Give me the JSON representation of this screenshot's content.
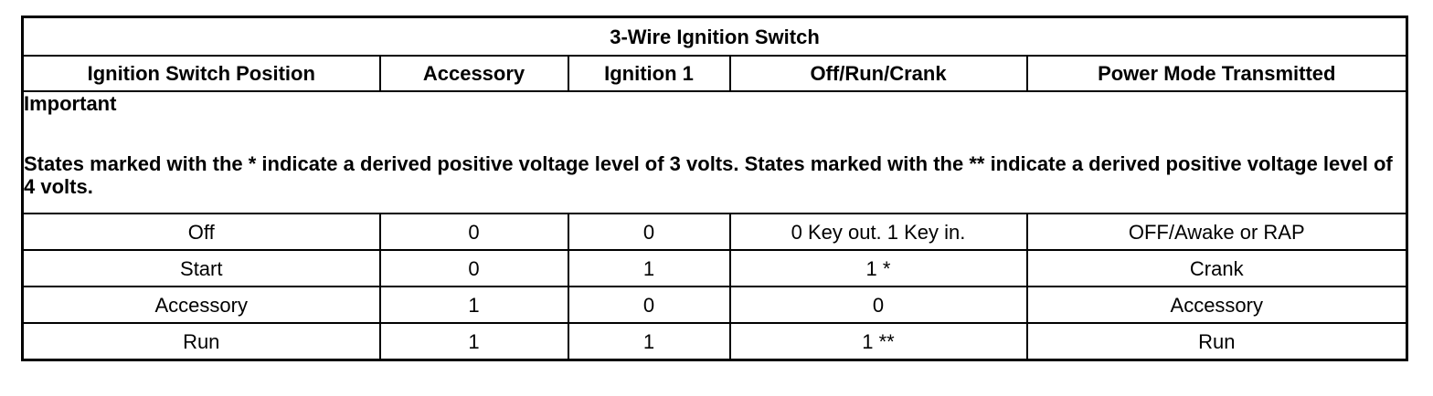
{
  "table": {
    "title": "3-Wire Ignition Switch",
    "columns": [
      "Ignition Switch Position",
      "Accessory",
      "Ignition 1",
      "Off/Run/Crank",
      "Power Mode Transmitted"
    ],
    "note": {
      "heading": "Important",
      "text": "States marked with the * indicate a derived positive voltage level of 3 volts. States marked with the ** indicate a derived positive voltage level of 4 volts."
    },
    "rows": [
      [
        "Off",
        "0",
        "0",
        "0 Key out. 1 Key in.",
        "OFF/Awake or RAP"
      ],
      [
        "Start",
        "0",
        "1",
        "1 *",
        "Crank"
      ],
      [
        "Accessory",
        "1",
        "0",
        "0",
        "Accessory"
      ],
      [
        "Run",
        "1",
        "1",
        "1 **",
        "Run"
      ]
    ]
  }
}
